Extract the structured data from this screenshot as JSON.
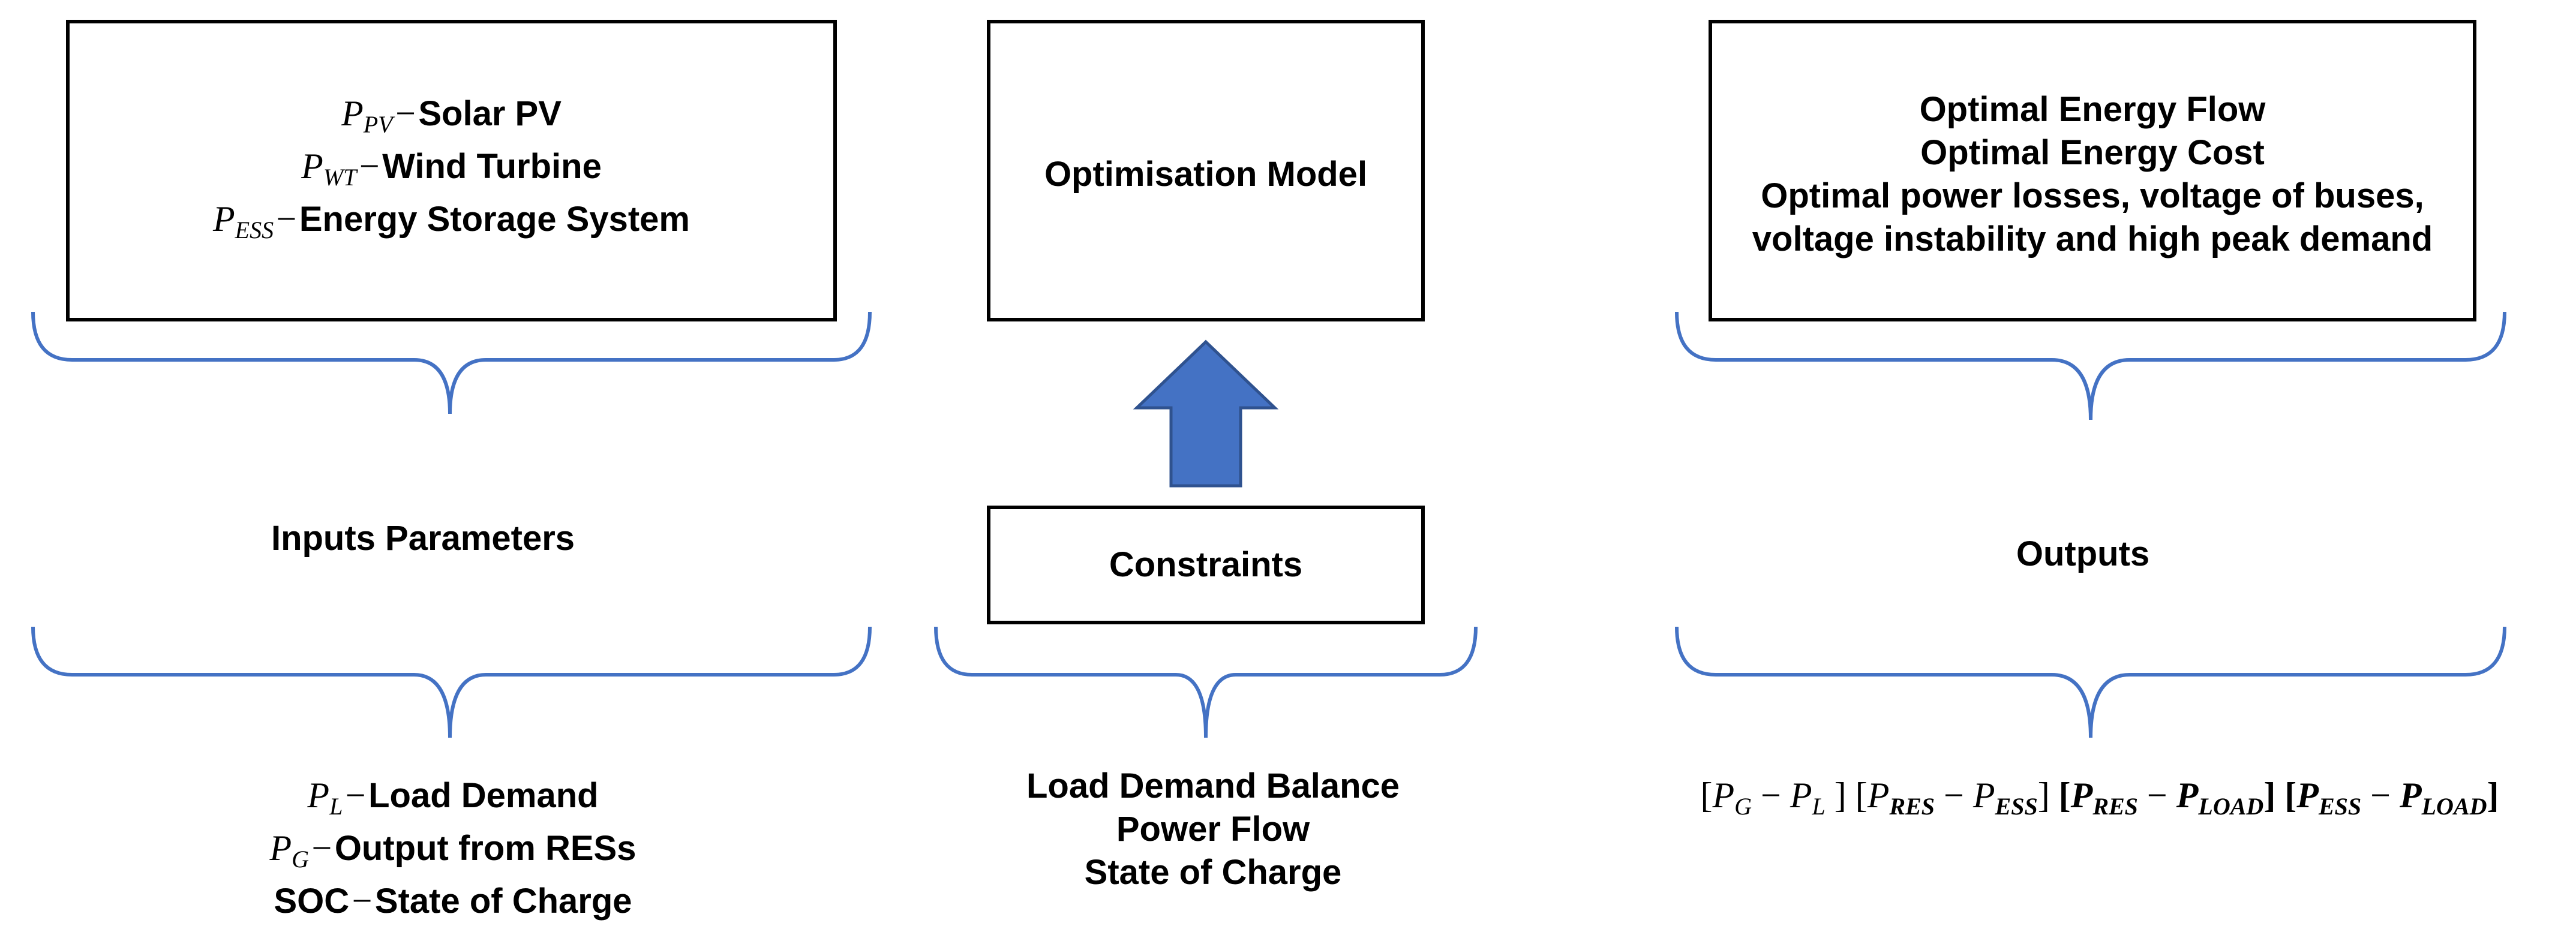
{
  "inputs_box": {
    "items": [
      {
        "symbol": "P",
        "sub": "PV",
        "label": "Solar PV"
      },
      {
        "symbol": "P",
        "sub": "WT",
        "label": "Wind Turbine"
      },
      {
        "symbol": "P",
        "sub": "ESS",
        "label": "Energy Storage System"
      }
    ],
    "dash": "−"
  },
  "inputs_label": "Inputs Parameters",
  "inputs_bottom": {
    "items": [
      {
        "symbol": "P",
        "sub": "L",
        "label": "Load Demand"
      },
      {
        "symbol": "P",
        "sub": "G",
        "label": "Output from RESs"
      },
      {
        "symbol": "SOC",
        "sub": "",
        "label": "State of Charge"
      }
    ]
  },
  "model_box": {
    "title": "Optimisation Model"
  },
  "constraints_box": {
    "title": "Constraints"
  },
  "constraints_bottom": {
    "lines": [
      "Load Demand Balance",
      "Power Flow",
      "State of Charge"
    ]
  },
  "outputs_box": {
    "lines": [
      "Optimal Energy Flow",
      "Optimal Energy Cost",
      "Optimal power losses, voltage of buses,",
      "voltage instability and high peak demand"
    ]
  },
  "outputs_label": "Outputs",
  "outputs_bottom": {
    "terms": [
      {
        "a": "P",
        "a_sub": "G",
        "b": "P",
        "b_sub": "L",
        "bold": false
      },
      {
        "a": "P",
        "a_sub": "RES",
        "b": "P",
        "b_sub": "ESS",
        "bold": false
      },
      {
        "a": "P",
        "a_sub": "RES",
        "b": "P",
        "b_sub": "LOAD",
        "bold": true
      },
      {
        "a": "P",
        "a_sub": "ESS",
        "b": "P",
        "b_sub": "LOAD",
        "bold": true
      }
    ]
  },
  "colors": {
    "box_border": "#000000",
    "brace": "#4472C4",
    "arrow_fill": "#4472C4",
    "arrow_stroke": "#2F528F"
  }
}
